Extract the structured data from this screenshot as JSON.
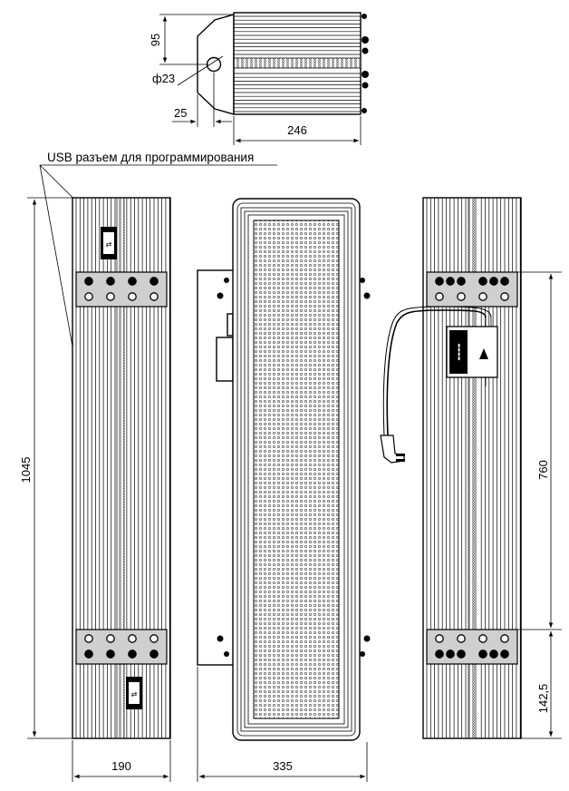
{
  "drawing": {
    "usb_note": "USB разъем для программирования",
    "dimensions": {
      "top_height": "95",
      "hole_diameter": "ф23",
      "bracket_offset": "25",
      "depth": "246",
      "length": "1045",
      "side_width": "190",
      "front_width": "335",
      "mount_spacing": "760",
      "bottom_offset": "142,5"
    },
    "colors": {
      "line": "#000000",
      "plate": "#cfcfcf",
      "background": "#ffffff"
    }
  }
}
